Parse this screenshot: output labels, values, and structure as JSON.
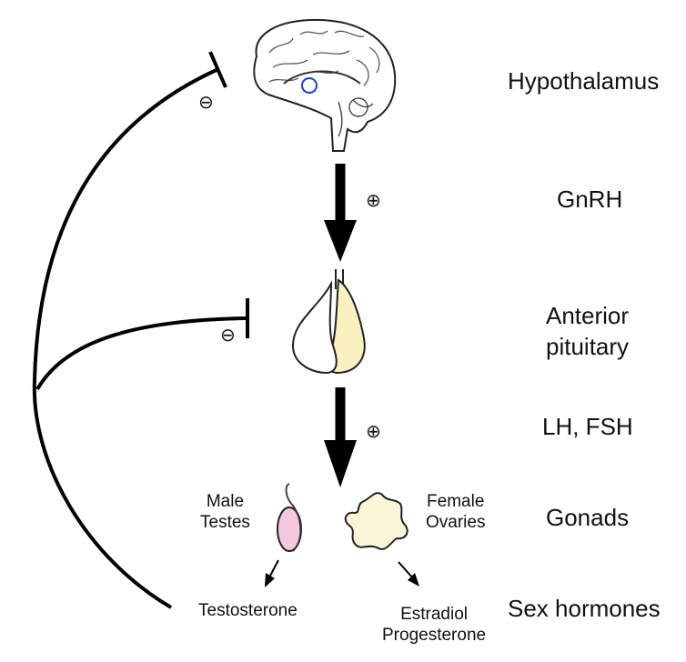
{
  "levels": {
    "hypothalamus": "Hypothalamus",
    "gnrh": "GnRH",
    "anterior_pituitary_line1": "Anterior",
    "anterior_pituitary_line2": "pituitary",
    "lh_fsh": "LH, FSH",
    "gonads": "Gonads",
    "sex_hormones": "Sex hormones"
  },
  "gonads": {
    "male_line1": "Male",
    "male_line2": "Testes",
    "female_line1": "Female",
    "female_line2": "Ovaries"
  },
  "hormones": {
    "testosterone": "Testosterone",
    "estradiol": "Estradiol",
    "progesterone": "Progesterone"
  },
  "signs": {
    "stimulation": "⊕",
    "inhibition": "⊖"
  },
  "colors": {
    "line": "#000000",
    "testis_fill": "#f5c8dc",
    "pituitary_posterior_fill": "#fbf0c0",
    "ovary_fill": "#fbf5d8",
    "hypothalamus_marker": "#1a3fd6"
  }
}
